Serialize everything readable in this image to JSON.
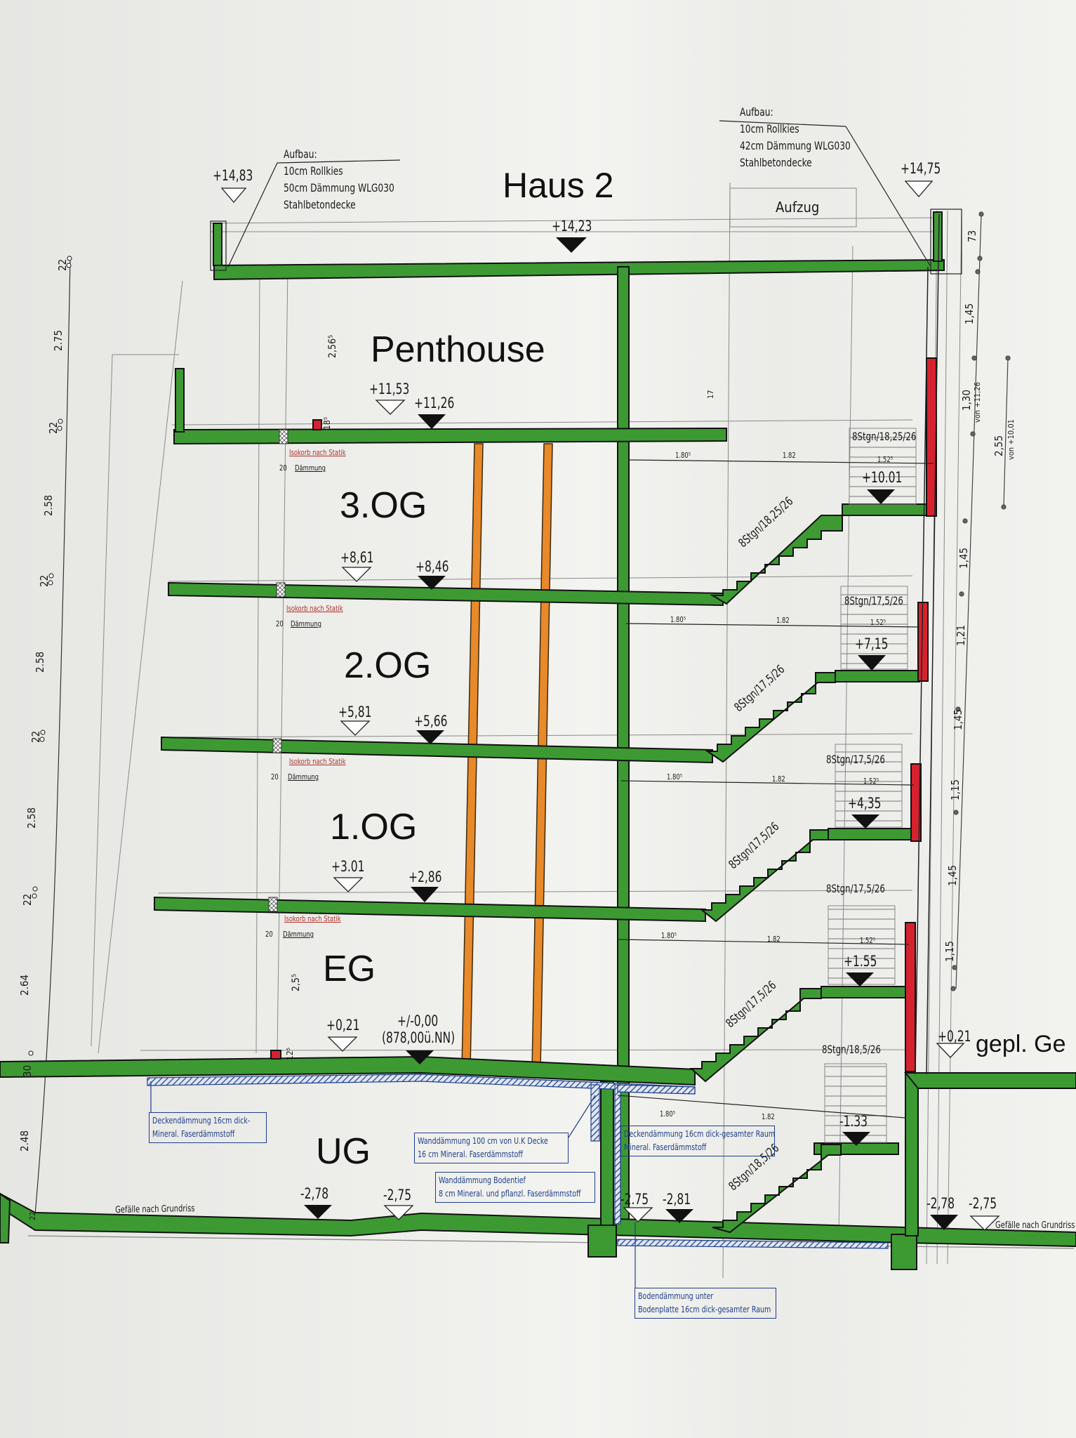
{
  "drawing": {
    "title": "Haus 2",
    "type": "Gebäudeschnitt (section drawing)",
    "colors": {
      "concrete_green": "#3d9a33",
      "red_element": "#d6222e",
      "orange_column": "#e8892a",
      "insulation_blue": "#1f3f8c",
      "isokorb_red": "#b0312c",
      "paper": "#efefec"
    }
  },
  "roof": {
    "left_buildup": {
      "heading": "Aufbau:",
      "lines": [
        "10cm Rollkies",
        "50cm Dämmung WLG030",
        "Stahlbetondecke"
      ]
    },
    "right_buildup": {
      "heading": "Aufbau:",
      "lines": [
        "10cm Rollkies",
        "42cm Dämmung WLG030",
        "Stahlbetondecke"
      ]
    },
    "parapet_left_level": "+14,83",
    "parapet_right_level": "+14,75",
    "roof_slab_level": "+14,23",
    "elevator_label": "Aufzug"
  },
  "floors": [
    {
      "name": "Penthouse",
      "finished_level": "+11,53",
      "raw_level": "+11,26",
      "dim_height": "2,56⁵",
      "parapet_dim": "18⁵",
      "dim_17": "17"
    },
    {
      "name": "3.OG",
      "finished_level": "+8,61",
      "raw_level": "+8,46"
    },
    {
      "name": "2.OG",
      "finished_level": "+5,81",
      "raw_level": "+5,66"
    },
    {
      "name": "1.OG",
      "finished_level": "+3.01",
      "raw_level": "+2,86"
    },
    {
      "name": "EG",
      "finished_level": "+0,21",
      "raw_level": "+/-0,00",
      "absolute_level": "(878,00ü.NN)",
      "dim_height": "2,5⁵",
      "parapet_dim": "12⁵"
    },
    {
      "name": "UG",
      "levels": [
        "-2,78",
        "-2,75",
        "-2.75",
        "-2,81"
      ],
      "slope_note": "Gefälle nach Grundriss"
    }
  ],
  "isokorb_notes": [
    {
      "label": "Isokorb nach Statik",
      "dim": "20",
      "sub": "Dämmung"
    },
    {
      "label": "Isokorb nach Statik",
      "dim": "20",
      "sub": "Dämmung"
    },
    {
      "label": "Isokorb nach Statik",
      "dim": "20",
      "sub": "Dämmung"
    },
    {
      "label": "Isokorb nach Statik",
      "dim": "20",
      "sub": "Dämmung"
    }
  ],
  "stairs": {
    "landings": [
      "+10.01",
      "+7,15",
      "+4,35",
      "+1.55",
      "-1.33"
    ],
    "flight_labels_diag": [
      "8Stgn/18,25/26",
      "8Stgn/17,5/26",
      "8Stgn/17,5/26",
      "8Stgn/17,5/26",
      "8Stgn/18,5/26"
    ],
    "flight_labels_top": [
      "8Stgn/18,25/26",
      "8Stgn/17,5/26",
      "8Stgn/17,5/26",
      "8Stgn/17,5/26",
      "8Stgn/18,5/26"
    ],
    "horizontal_dims": [
      "1.80⁵",
      "1.82",
      "1.52⁵"
    ]
  },
  "left_dimension_chain": [
    "22",
    "2.75",
    "22",
    "2.58",
    "22",
    "2.58",
    "22",
    "2.58",
    "22",
    "2.64",
    "30",
    "2.48",
    "22"
  ],
  "right_dimension_chain": [
    "73",
    "1,45",
    "1,30",
    "1,45",
    "1,21",
    "1,45",
    "1,15",
    "1,45",
    "1,15"
  ],
  "right_dimension_notes": [
    {
      "value": "1,30",
      "note": "von +11,26"
    },
    {
      "value": "2,55",
      "note": "von +10,01"
    }
  ],
  "insulation_notes": [
    {
      "lines": [
        "Deckendämmung 16cm dick-",
        "Mineral. Faserdämmstoff"
      ]
    },
    {
      "lines": [
        "Wanddämmung 100 cm von U.K Decke",
        "16 cm Mineral. Faserdämmstoff"
      ]
    },
    {
      "lines": [
        "Wanddämmung Bodentief",
        "8 cm Mineral. und pflanzl. Faserdämmstoff"
      ]
    },
    {
      "lines": [
        "Deckendämmung 16cm dick-gesamter Raum",
        "Mineral. Faserdämmstoff"
      ]
    },
    {
      "lines": [
        "Bodendämmung unter",
        "Bodenplatte 16cm dick-gesamter Raum"
      ]
    }
  ],
  "neighbor": {
    "label": "gepl. Ge",
    "level": "+0,21",
    "ug_levels": [
      "-2,78",
      "-2,75"
    ],
    "slope_note": "Gefälle nach Grundriss"
  }
}
